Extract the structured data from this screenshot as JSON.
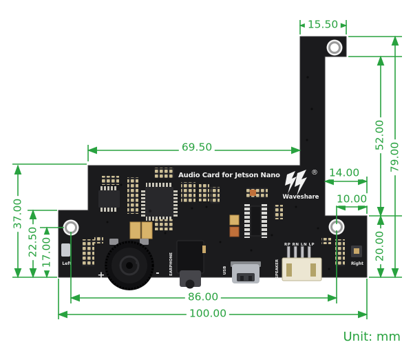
{
  "diagram": {
    "unit_note": "Unit: mm",
    "dimension_color": "#28a23f",
    "board_color": "#1b1b1d"
  },
  "board": {
    "title": "Audio Card for Jetson Nano",
    "brand": "Waveshare",
    "registered": "®",
    "silkscreen": {
      "left_mic": "Left",
      "right_mic": "Right",
      "earphone": "EARPHONE",
      "usb": "USB",
      "speaker": "SPEAKER",
      "speaker_pinout": "RP RN LN LP",
      "volume_plus": "+",
      "volume_minus": "-"
    }
  },
  "dimensions": {
    "arm_width": "15.50",
    "body_left_width": "69.50",
    "arm_to_right_edge": "14.00",
    "hole_to_right_edge": "10.00",
    "arm_below_hole_height": "52.00",
    "overall_height": "79.00",
    "main_height": "37.00",
    "left_step_height": "22.50",
    "left_hole_height": "17.00",
    "right_section_height": "20.00",
    "hole_spacing": "86.00",
    "overall_width": "100.00"
  }
}
